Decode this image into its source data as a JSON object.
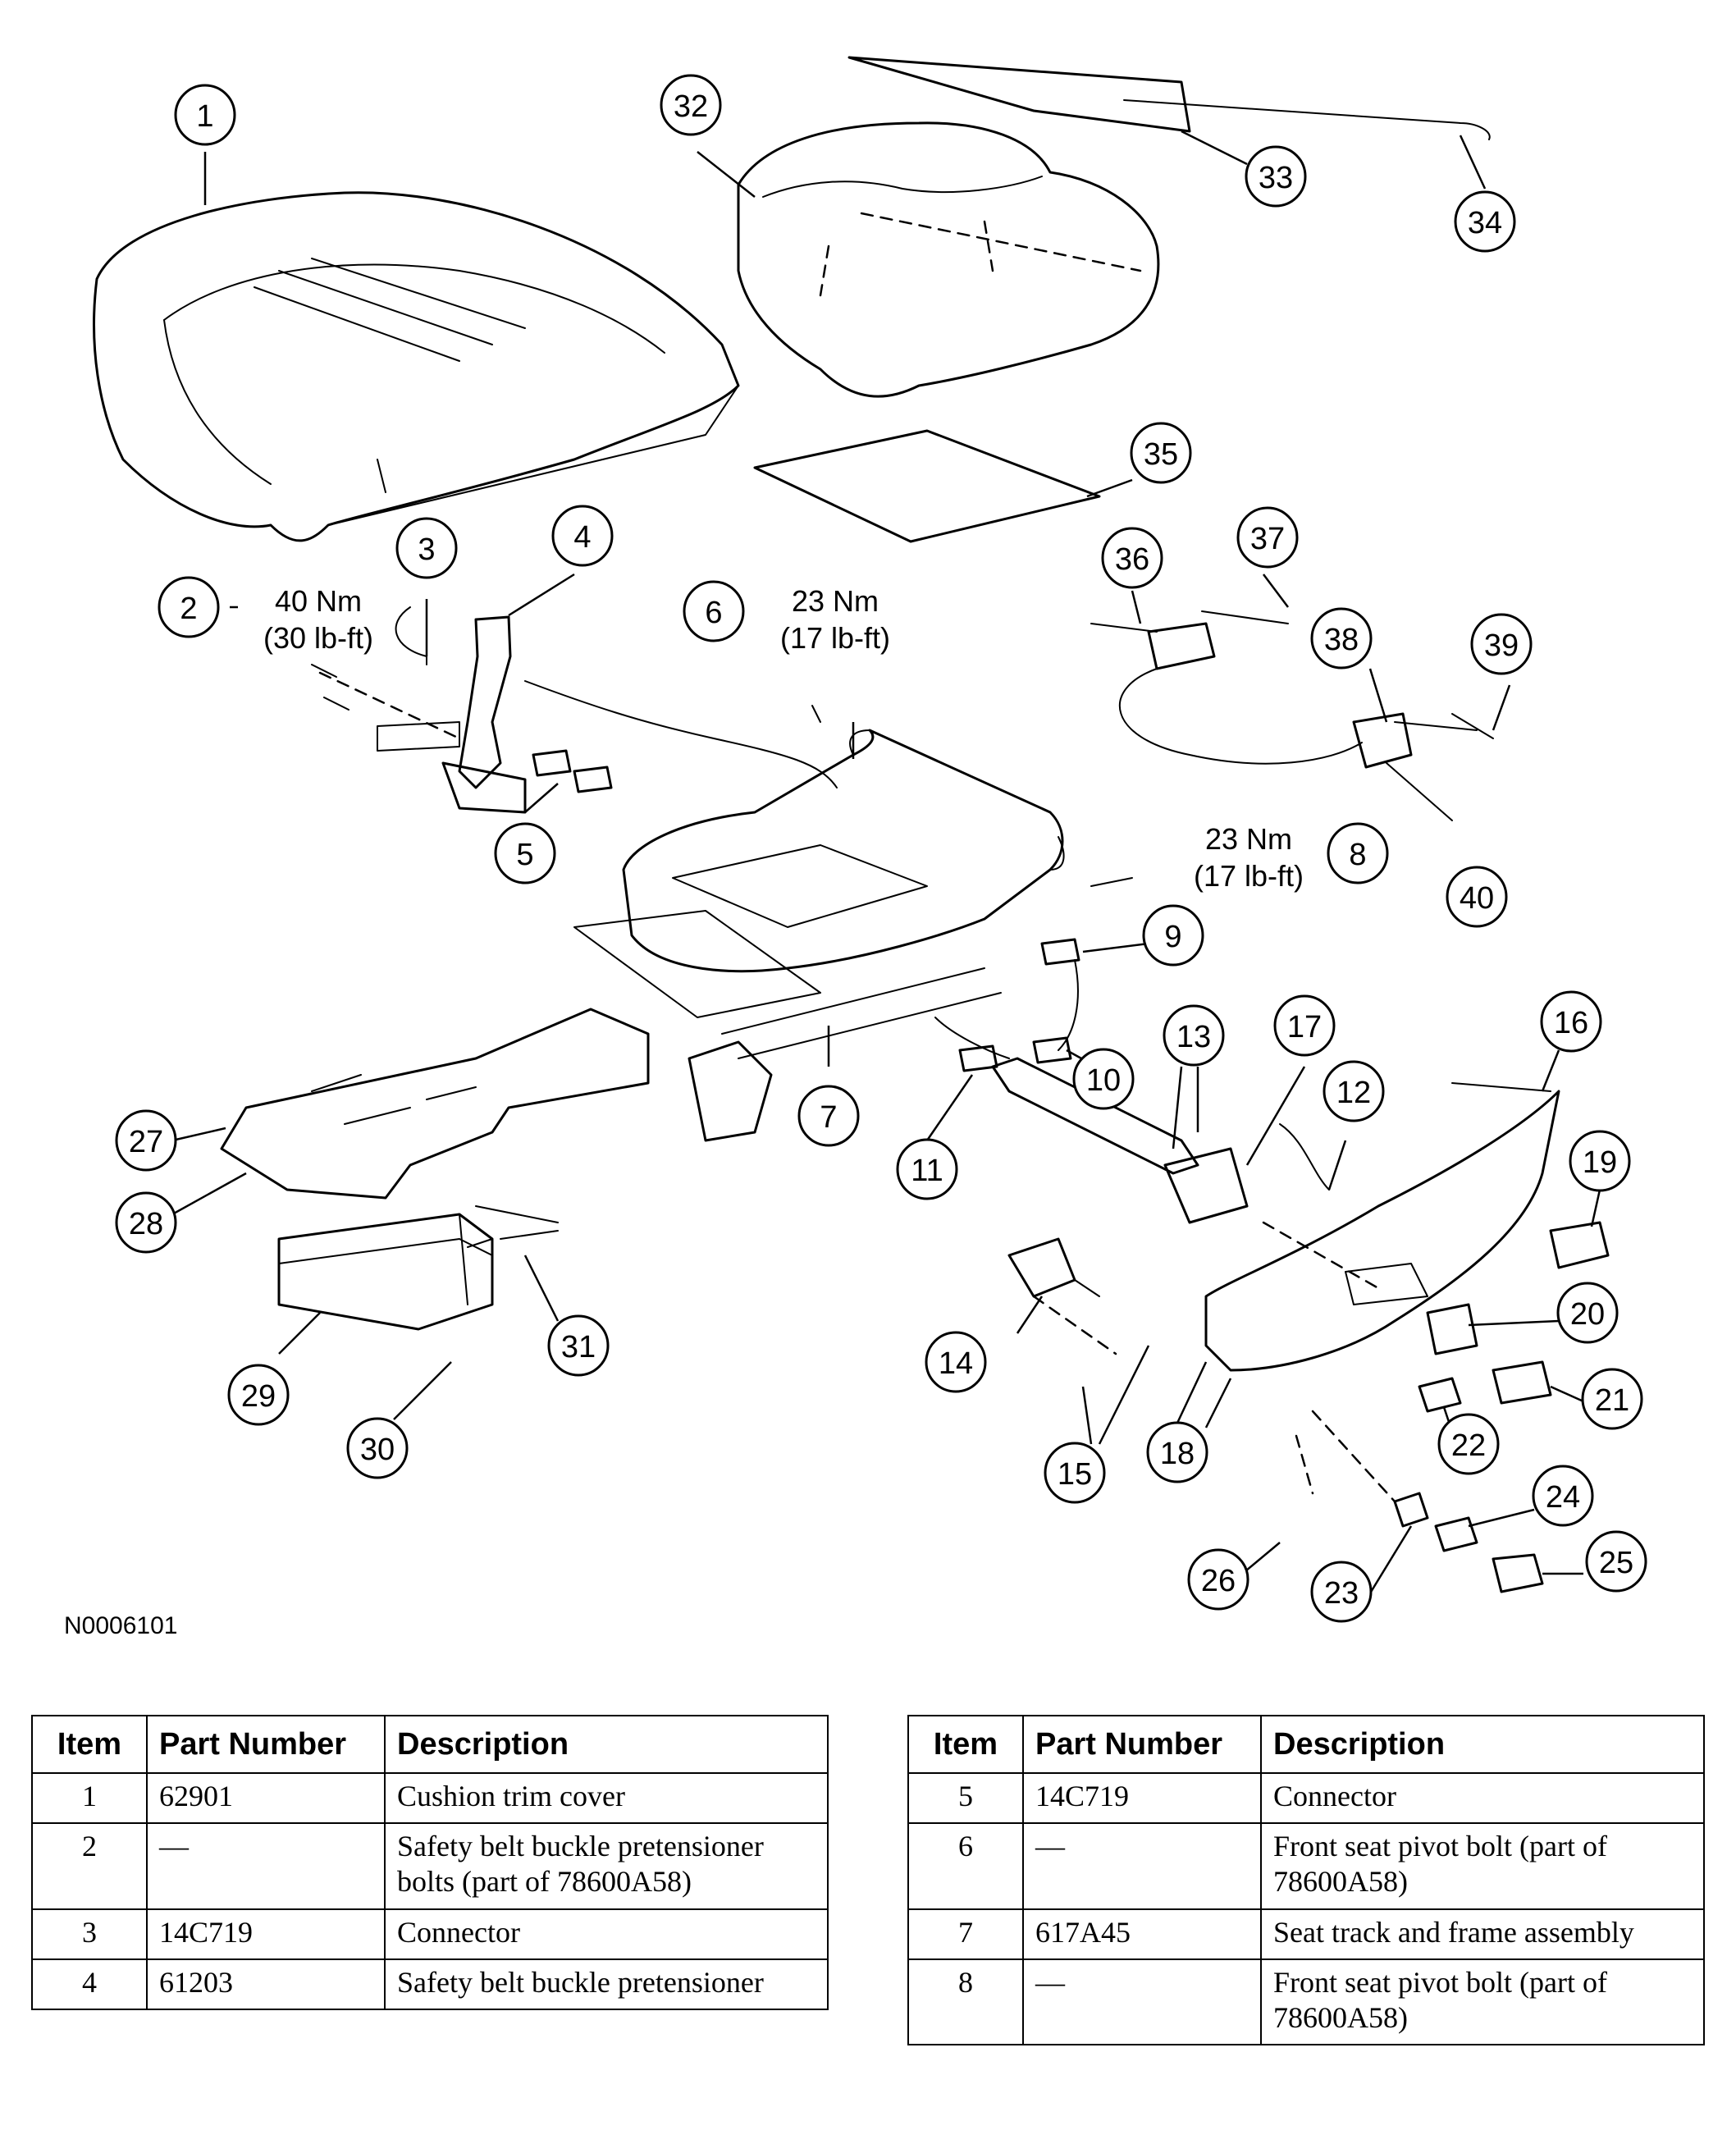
{
  "figure": {
    "id": "N0006101"
  },
  "torque_specs": [
    {
      "nm": "40 Nm",
      "lbft": "(30 lb-ft)"
    },
    {
      "nm": "23 Nm",
      "lbft": "(17 lb-ft)"
    },
    {
      "nm": "23 Nm",
      "lbft": "(17 lb-ft)"
    }
  ],
  "callouts": [
    "1",
    "2",
    "3",
    "4",
    "5",
    "6",
    "7",
    "8",
    "9",
    "10",
    "11",
    "12",
    "13",
    "14",
    "15",
    "16",
    "17",
    "18",
    "19",
    "20",
    "21",
    "22",
    "23",
    "24",
    "25",
    "26",
    "27",
    "28",
    "29",
    "30",
    "31",
    "32",
    "33",
    "34",
    "35",
    "36",
    "37",
    "38",
    "39",
    "40"
  ],
  "tables": {
    "headers": {
      "item": "Item",
      "part_number": "Part Number",
      "description": "Description"
    },
    "left": [
      {
        "item": "1",
        "part_number": "62901",
        "description": "Cushion trim cover"
      },
      {
        "item": "2",
        "part_number": "—",
        "description": "Safety belt buckle pretensioner bolts (part of 78600A58)"
      },
      {
        "item": "3",
        "part_number": "14C719",
        "description": "Connector"
      },
      {
        "item": "4",
        "part_number": "61203",
        "description": "Safety belt buckle pretensioner"
      }
    ],
    "right": [
      {
        "item": "5",
        "part_number": "14C719",
        "description": "Connector"
      },
      {
        "item": "6",
        "part_number": "—",
        "description": "Front seat pivot bolt (part of 78600A58)"
      },
      {
        "item": "7",
        "part_number": "617A45",
        "description": "Seat track and frame assembly"
      },
      {
        "item": "8",
        "part_number": "—",
        "description": "Front seat pivot bolt (part of 78600A58)"
      }
    ]
  }
}
